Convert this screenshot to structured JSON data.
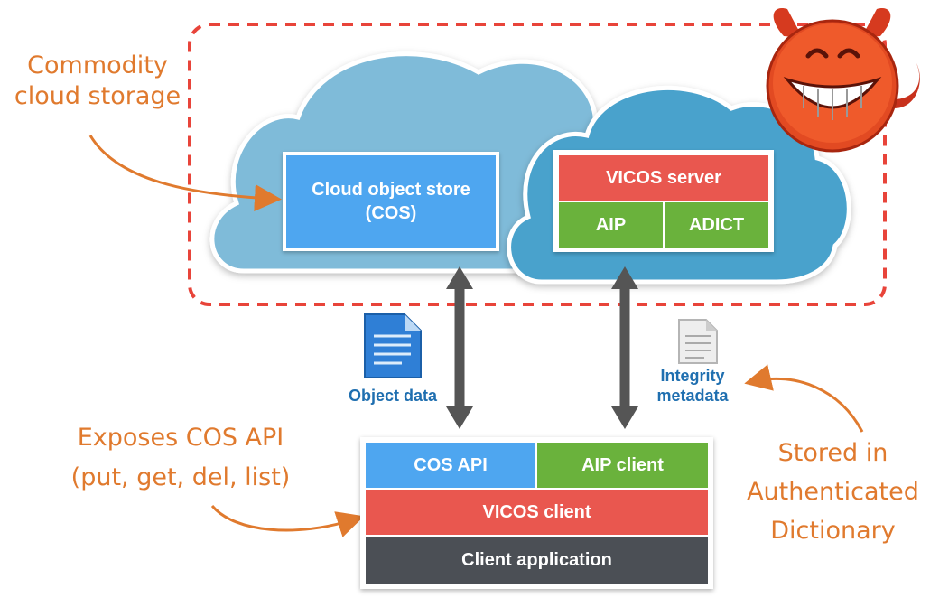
{
  "annotations": {
    "commodity": [
      "Commodity",
      "cloud storage"
    ],
    "exposes": [
      "Exposes COS API",
      "(put, get, del, list)"
    ],
    "stored": [
      "Stored in",
      "Authenticated",
      "Dictionary"
    ]
  },
  "cloud_left": {
    "cos_box": [
      "Cloud object store",
      "(COS)"
    ]
  },
  "cloud_right": {
    "server": "VICOS server",
    "aip": "AIP",
    "adict": "ADICT"
  },
  "labels": {
    "object_data": "Object data",
    "integrity": [
      "Integrity",
      "metadata"
    ]
  },
  "client_stack": {
    "cos_api": "COS API",
    "aip_client": "AIP client",
    "vicos_client": "VICOS client",
    "client_app": "Client application"
  },
  "colors": {
    "blue": "#4ea6f0",
    "red": "#e9574f",
    "green": "#6ab23c",
    "dark": "#4b4f55",
    "cloud_light": "#7fbbd9",
    "cloud_dark": "#4aa2cc",
    "orange": "#e07a2e",
    "arrow": "#555555",
    "dash": "#e8443a"
  }
}
